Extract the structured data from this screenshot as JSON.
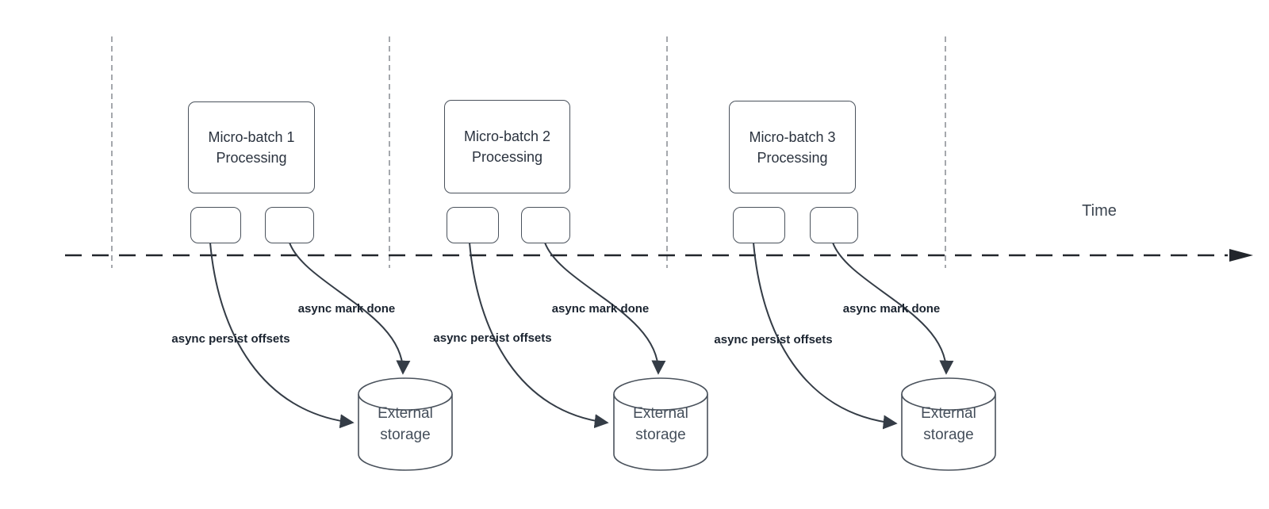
{
  "colors": {
    "line_dark": "#343c46",
    "grid_gray": "#a5a8ad",
    "timeline_black": "#22262c",
    "label_text": "#1b2430",
    "box_text": "#2b333f",
    "storage_text": "#454f5b",
    "time_text": "#3c4550",
    "box_border": "#4a525c",
    "bg": "#ffffff"
  },
  "timeline": {
    "label": "Time"
  },
  "groups": [
    {
      "title_line1": "Micro-batch 1",
      "title_line2": "Processing",
      "persist_label": "async persist offsets",
      "done_label": "async mark done",
      "storage_line1": "External",
      "storage_line2": "storage"
    },
    {
      "title_line1": "Micro-batch 2",
      "title_line2": "Processing",
      "persist_label": "async persist offsets",
      "done_label": "async mark done",
      "storage_line1": "External",
      "storage_line2": "storage"
    },
    {
      "title_line1": "Micro-batch 3",
      "title_line2": "Processing",
      "persist_label": "async persist offsets",
      "done_label": "async mark done",
      "storage_line1": "External",
      "storage_line2": "storage"
    }
  ]
}
